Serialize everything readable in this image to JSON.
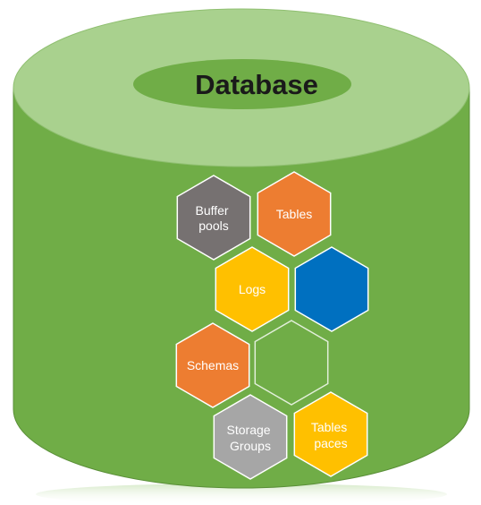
{
  "title": "Database",
  "colors": {
    "cylinder_body": "#70ad47",
    "cylinder_top": "#a9d18e",
    "title_ellipse": "#70ad47",
    "hex_gray_dark": "#767171",
    "hex_gray_light": "#a6a6a6",
    "hex_orange": "#ed7d31",
    "hex_yellow": "#ffc000",
    "hex_blue": "#0070c0",
    "hex_outline": "#e2efda"
  },
  "components": [
    {
      "id": "buffer-pools",
      "lines": [
        "Buffer",
        "pools"
      ],
      "color": "hex_gray_dark"
    },
    {
      "id": "tables",
      "lines": [
        "Tables"
      ],
      "color": "hex_orange"
    },
    {
      "id": "logs",
      "lines": [
        "Logs"
      ],
      "color": "hex_yellow"
    },
    {
      "id": "blank-blue",
      "lines": [],
      "color": "hex_blue"
    },
    {
      "id": "schemas",
      "lines": [
        "Schemas"
      ],
      "color": "hex_orange"
    },
    {
      "id": "blank-outline",
      "lines": [],
      "color": "none"
    },
    {
      "id": "storage-groups",
      "lines": [
        "Storage",
        "Groups"
      ],
      "color": "hex_gray_light"
    },
    {
      "id": "tablespaces",
      "lines": [
        "Tables",
        "paces"
      ],
      "color": "hex_yellow"
    }
  ]
}
